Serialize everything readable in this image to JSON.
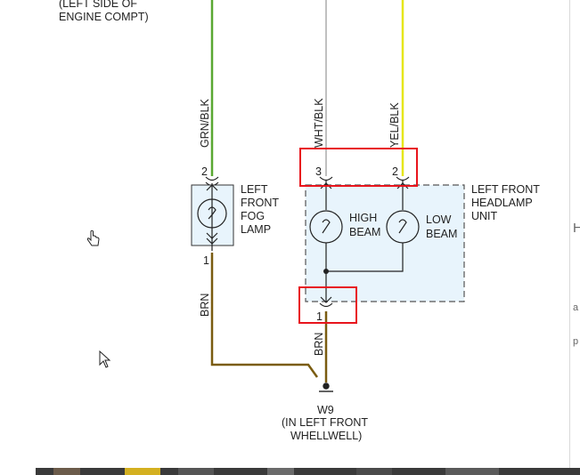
{
  "top_note": {
    "line1": "(LEFT SIDE OF",
    "line2": "ENGINE COMPT)"
  },
  "wires": {
    "green": {
      "label": "GRN/BLK",
      "color": "#5aa832"
    },
    "white": {
      "label": "WHT/BLK",
      "color": "#c0c0c0"
    },
    "yellow": {
      "label": "YEL/BLK",
      "color": "#e6e61a"
    },
    "brown_fog": {
      "label": "BRN",
      "color": "#7a5c10"
    },
    "brown_head": {
      "label": "BRN",
      "color": "#7a5c10"
    }
  },
  "fog_lamp": {
    "line1": "LEFT",
    "line2": "FRONT",
    "line3": "FOG",
    "line4": "LAMP",
    "pin_top": "2",
    "pin_bottom": "1"
  },
  "headlamp": {
    "line1": "LEFT FRONT",
    "line2": "HEADLAMP",
    "line3": "UNIT",
    "pin_white": "3",
    "pin_yellow": "2",
    "pin_ground": "1",
    "high": {
      "line1": "HIGH",
      "line2": "BEAM"
    },
    "low": {
      "line1": "LOW",
      "line2": "BEAM"
    },
    "box_fill": "#e8f4fc"
  },
  "ground": {
    "name": "W9",
    "line1": "(IN LEFT FRONT",
    "line2": "WHELLWELL)"
  },
  "highlight_color": "#e8141c",
  "right_strip": {
    "letter_h": "H",
    "letter_a": "a",
    "letter_p": "p"
  }
}
